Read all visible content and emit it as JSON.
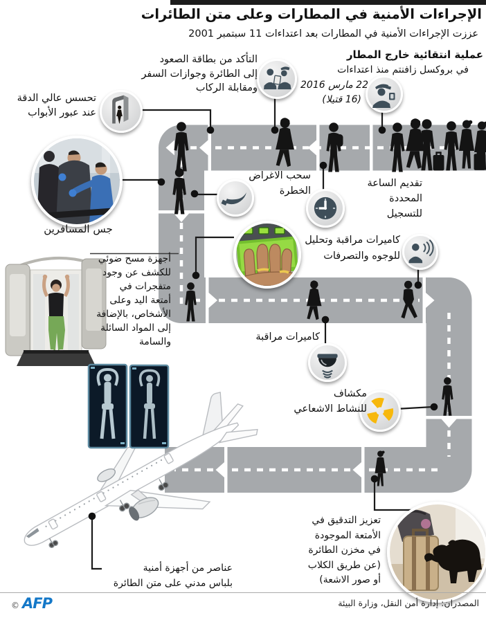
{
  "header": {
    "title": "الإجراءات الأمنية في المطارات وعلى متن الطائرات",
    "subtitle": "عززت الإجراءات الأمنية في المطارات بعد اعتداءات 11 سبتمبر 2001"
  },
  "annotations": {
    "outside_selection": {
      "heading": "عملية انتقائية خارج المطار",
      "line2": "في بروكسل زافنتم منذ اعتداءات",
      "line3": "22 مارس 2016",
      "line4": "(16 قتيلا)"
    },
    "boarding_check": {
      "line1": "التأكد من بطاقة الصعود",
      "line2": "إلى الطائرة وجوازات السفر",
      "line3": "ومقابلة الركاب"
    },
    "gate_detector": {
      "line1": "تحسس عالي الدقة",
      "line2": "عند عبور الأبواب"
    },
    "frisking": {
      "caption": "جس المسافرين"
    },
    "dangerous_items": {
      "line1": "سحب الاغراض",
      "line2": "الخطرة"
    },
    "checkin_time": {
      "line1": "تقديم الساعة",
      "line2": "المحددة",
      "line3": "للتسجيل"
    },
    "face_analysis": {
      "line1": "كاميرات مراقبة وتحليل",
      "line2": "للوجوه والتصرفات"
    },
    "body_scanners": {
      "line1": "أجهزة مسح ضوئي",
      "line2": "للكشف عن وجود",
      "line3": "متفجرات في",
      "line4": "أمتعة اليد وعلى",
      "line5": "الأشخاص، بالإضافة",
      "line6": "إلى المواد السائلة",
      "line7": "والسامة"
    },
    "surveillance": {
      "caption": "كاميرات مراقبة"
    },
    "radiation_detector": {
      "line1": "مكشاف",
      "line2": "للنشاط الاشعاعي"
    },
    "hold_baggage": {
      "line1": "تعزيز التدقيق في",
      "line2": "الأمتعة الموجودة",
      "line3": "في مخزن الطائرة",
      "line4": "(عن طريق الكلاب",
      "line5": "أو صور الاشعة)"
    },
    "air_marshals": {
      "line1": "عناصر من أجهزة أمنية",
      "line2": "بلباس مدني على متن الطائرة"
    }
  },
  "icons": {
    "outside_selection": "police-officer-icon",
    "boarding_check": "document-check-icon",
    "gate_detector": "metal-detector-gate-icon",
    "dangerous_items": "knife-icon",
    "checkin_time": "clock-icon",
    "face_analysis": "face-waves-icon",
    "surveillance": "dome-camera-icon",
    "radiation_detector": "radiation-trefoil-icon"
  },
  "colors": {
    "path_gray": "#a6a9ac",
    "silhouette": "#141414",
    "icon_slate": "#3e4e59",
    "radiation_yellow": "#f7b80c",
    "afp_blue": "#1478c8"
  },
  "footer": {
    "source": "المصدران: إدارة أمن النقل، وزارة البيئة",
    "copyright": "©",
    "logo": "AFP"
  }
}
